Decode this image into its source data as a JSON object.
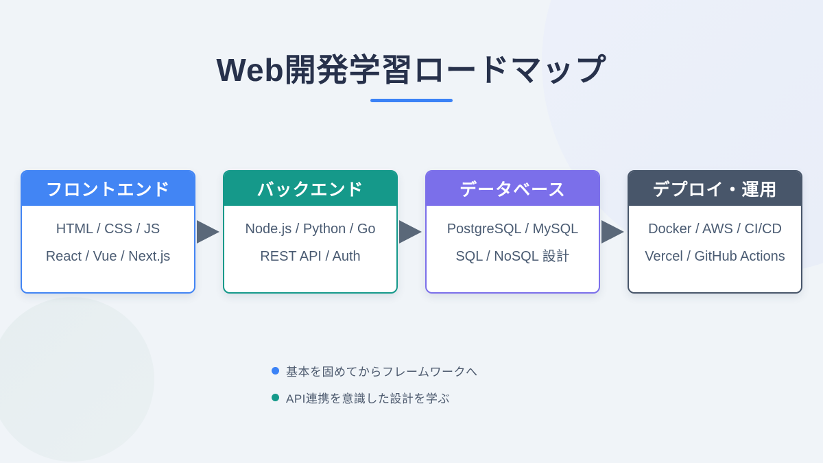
{
  "title": "Web開発学習ロードマップ",
  "title_underline_color": "#3B82F6",
  "arrow_color": "#5A6879",
  "cards": [
    {
      "title": "フロントエンド",
      "accent_color": "#4285F4",
      "lines": [
        "HTML / CSS / JS",
        "React / Vue / Next.js"
      ]
    },
    {
      "title": "バックエンド",
      "accent_color": "#15998A",
      "lines": [
        "Node.js / Python / Go",
        "REST API / Auth"
      ]
    },
    {
      "title": "データベース",
      "accent_color": "#7B6FEA",
      "lines": [
        "PostgreSQL / MySQL",
        "SQL / NoSQL 設計"
      ]
    },
    {
      "title": "デプロイ・運用",
      "accent_color": "#48566A",
      "lines": [
        "Docker / AWS / CI/CD",
        "Vercel / GitHub Actions"
      ]
    }
  ],
  "footnotes": [
    {
      "text": "基本を固めてからフレームワークへ",
      "dot_color": "#3B82F6"
    },
    {
      "text": "API連携を意識した設計を学ぶ",
      "dot_color": "#15998A"
    }
  ]
}
